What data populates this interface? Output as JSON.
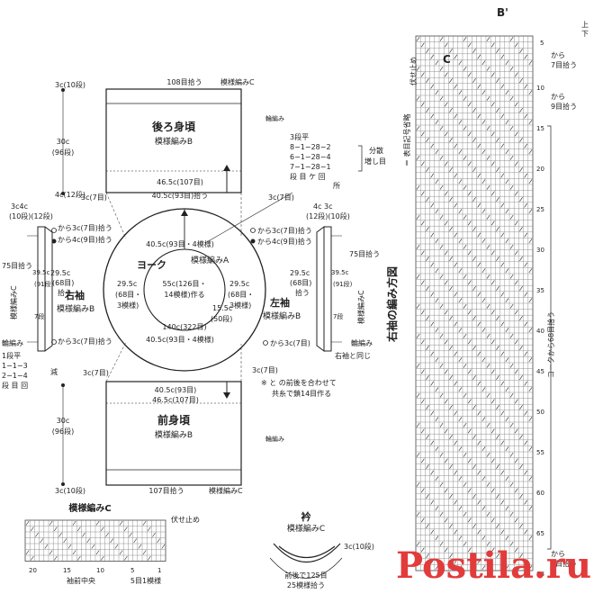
{
  "back": {
    "title": "後ろ身頃",
    "pattern": "模様編みB",
    "top_pickup": "108目拾う",
    "top_pattern": "模様編みC",
    "rib_label": "輪編み",
    "bottom_width1": "46.5c(107目)",
    "bottom_width2": "40.5c(93目)拾う",
    "height_top": "3c(10段)",
    "height_mid": "30c",
    "height_mid_rows": "(96段)",
    "height_bottom": "4c(12段)",
    "corner_left": "3c(7目)",
    "corner_right": "3c(7目)"
  },
  "front": {
    "title": "前身頃",
    "pattern": "模様編みB",
    "top_width1": "40.5c(93目)",
    "top_width2": "46.5c(107目)",
    "rib_label": "輪編み",
    "bottom_pickup": "107目拾う",
    "bottom_pattern": "模様編みC",
    "height_mid": "30c",
    "height_mid_rows": "(96段)",
    "height_bottom": "3c(10段)",
    "corner_left": "3c(7目)",
    "corner_right": "3c(7目)"
  },
  "yoke": {
    "title": "ヨーク",
    "pattern": "模様編みA",
    "top_width": "40.5c(93目・4模様)",
    "bottom_width": "40.5c(93目・4模様)",
    "circumference": "140c(322目)",
    "side_left1": "29.5c",
    "side_left2": "(68目・",
    "side_left3": "3模様)",
    "side_right1": "29.5c",
    "side_right2": "(68目・",
    "side_right3": "3模様)",
    "center1": "55c(126目・",
    "center2": "14模様)作る",
    "depth1": "15.5c",
    "depth2": "(50段)"
  },
  "right_sleeve": {
    "title": "右袖",
    "pattern": "模様編みB",
    "pattern_c": "模様編みC",
    "pickup": "75目拾う",
    "w1": "29.5c",
    "w2": "(68目)",
    "w3": "拾う",
    "len1": "39.5c",
    "len2": "(91段)",
    "rows": "7段",
    "top_a": "3c4c",
    "top_b": "(10段)(12段)",
    "from1": "から3c(7目)拾う",
    "from2": "から4c(9目)拾う",
    "from3": "から3c(7目)拾う",
    "rib": "輪編み",
    "dec_title": "1段平",
    "dec1": "1−1−3",
    "dec2": "2−1−4",
    "dec_label": "減",
    "dec_legend": "段 目 回"
  },
  "left_sleeve": {
    "title": "左袖",
    "pattern": "模様編みB",
    "pattern_c": "模様編みC",
    "pickup": "75目拾う",
    "w1": "29.5c",
    "w2": "(68目)",
    "w3": "拾う",
    "len1": "39.5c",
    "len2": "(91段)",
    "rows": "7段",
    "top_a": "4c 3c",
    "top_b": "(12段)(10段)",
    "from1": "から3c(7目)拾う",
    "from2": "から4c(9目)拾う",
    "from3": "から3c(7目)",
    "rib": "輪編み",
    "same": "右袖と同じ"
  },
  "increase": {
    "flat": "3段平",
    "r1": "8−1−28−2",
    "r2": "6−1−28−4",
    "r3": "7−1−28−1",
    "legend": "段 目 ケ 回",
    "legend2": "所",
    "label1": "分散",
    "label2": "増し目"
  },
  "note": {
    "line1": "※ と の前後を合わせて",
    "line2": "共糸で鎖14目作る"
  },
  "chart_c": {
    "title": "模様編みC",
    "bind_off": "伏せ止め",
    "n20": "20",
    "n15": "15",
    "n10": "10",
    "n5": "5",
    "n1": "1",
    "center": "袖前中央",
    "repeat": "5目1模様"
  },
  "collar": {
    "title": "衿",
    "pattern": "模様編みC",
    "height": "3c(10段)",
    "pickup1": "前後で125目",
    "pickup2": "25模様拾う"
  },
  "sleeve_chart": {
    "title": "右袖の編み方図",
    "symbol_note": "＝ 表目記号省略",
    "bind_off": "伏せ止め",
    "label_b": "B'",
    "label_c": "C",
    "top_end": "上",
    "top_end2": "下",
    "from_top1": "から",
    "from_top2": "7目拾う",
    "from_mid1": "から",
    "from_mid2": "9目拾う",
    "yoke_pickup": "ヨークから68目拾う",
    "from_bot1": "から",
    "from_bot2": "7目拾う",
    "n5": "5",
    "n10": "10",
    "n15": "15",
    "n20": "20",
    "n25": "25",
    "n30": "30",
    "n35": "35",
    "n40": "40",
    "n45": "45",
    "n50": "50",
    "n55": "55",
    "n60": "60",
    "n65": "65",
    "n68": "68"
  },
  "watermark": "Postila.ru",
  "colors": {
    "ink": "#222222",
    "watermark": "#e23b3b",
    "grid": "#555555"
  }
}
